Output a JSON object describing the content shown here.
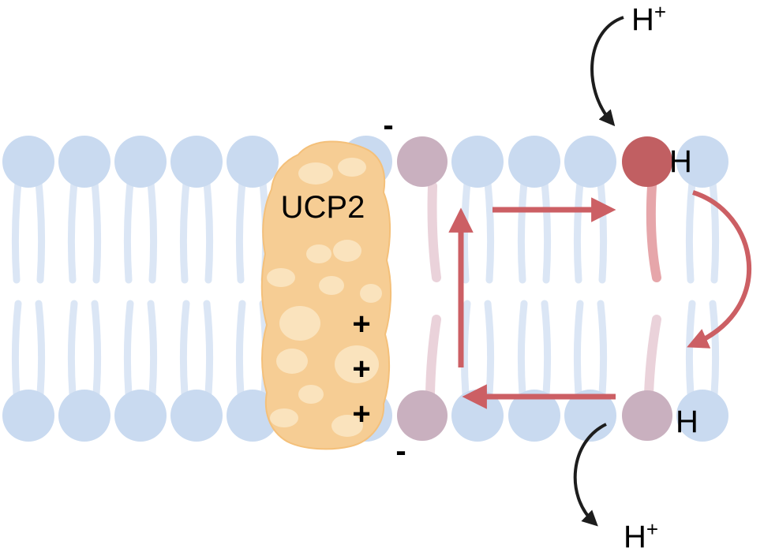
{
  "protein_label": "UCP2",
  "charges": {
    "minus_top": "-",
    "minus_bottom": "-",
    "plus": [
      "+",
      "+",
      "+"
    ]
  },
  "proton": {
    "base": "H",
    "superscript": "+"
  },
  "hydrogen_label": "H",
  "colors": {
    "lipid_head": "#c9daf0",
    "lipid_tail": "#dbe6f5",
    "protein": "#f6cd94",
    "protein_highlight": "#fae3bd",
    "fatty_acid_head": "#c9b0bf",
    "protonated_head": "#c15f62",
    "arrow_red": "#cc5f64",
    "arrow_black": "#1d1d1d"
  }
}
